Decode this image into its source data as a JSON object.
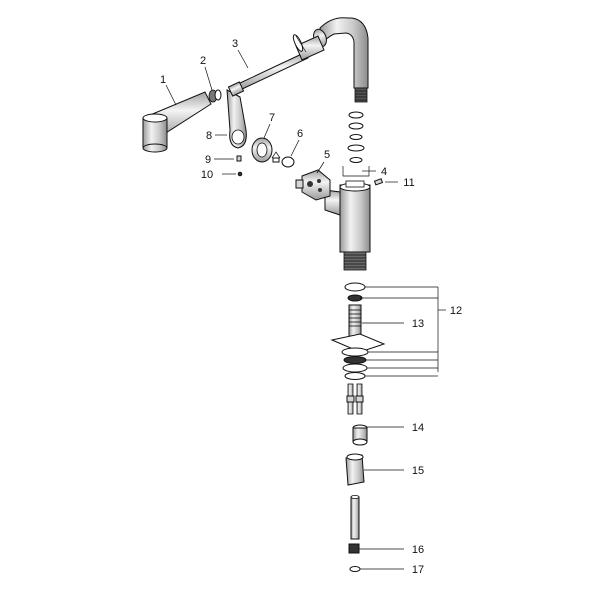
{
  "diagram": {
    "type": "exploded-parts-view",
    "callouts": [
      "1",
      "2",
      "3",
      "4",
      "5",
      "6",
      "7",
      "8",
      "9",
      "10",
      "11",
      "12",
      "13",
      "14",
      "15",
      "16",
      "17"
    ]
  }
}
